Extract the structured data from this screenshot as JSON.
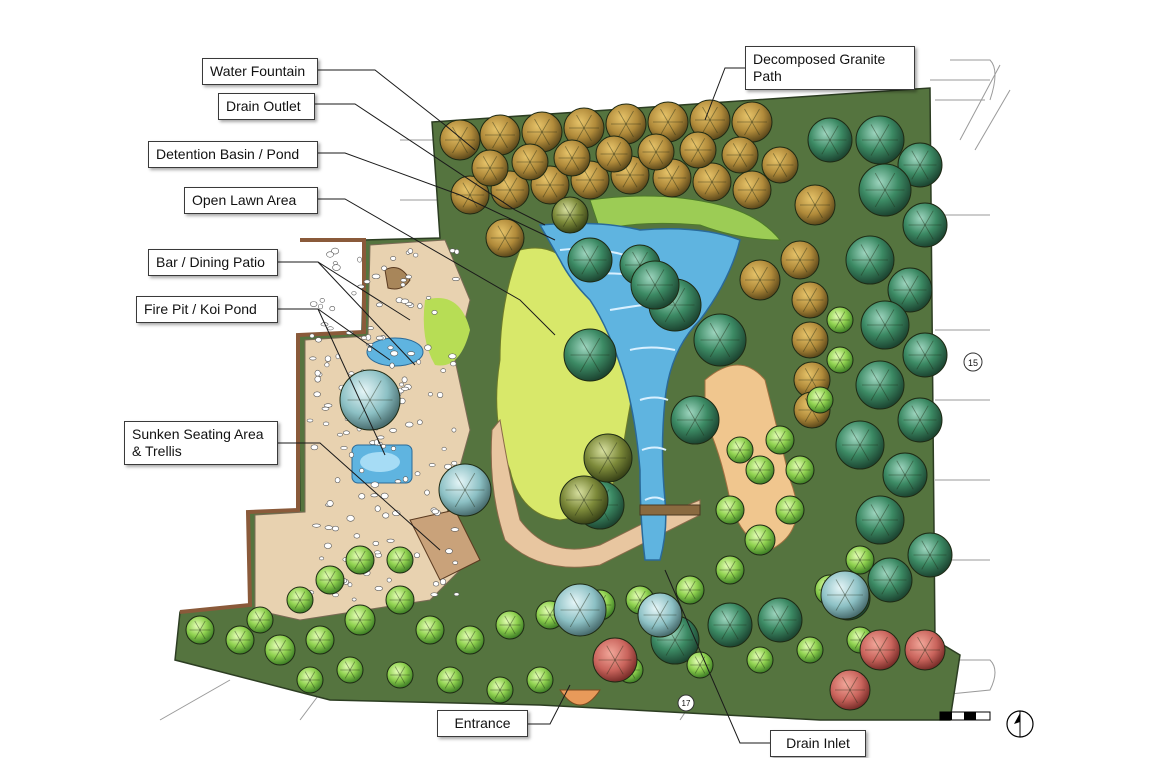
{
  "labels": {
    "water_fountain": "Water Fountain",
    "drain_outlet": "Drain Outlet",
    "detention_basin": "Detention Basin / Pond",
    "open_lawn": "Open Lawn Area",
    "bar_dining": "Bar / Dining Patio",
    "fire_pit": "Fire Pit / Koi Pond",
    "sunken_seating": "Sunken Seating Area\n& Trellis",
    "decomposed_granite": "Decomposed Granite\nPath",
    "entrance": "Entrance",
    "drain_inlet": "Drain Inlet"
  },
  "plan_markers": [
    "15",
    "17"
  ],
  "colors": {
    "canopy_olive": "#b08a3a",
    "canopy_dark": "#2e6b4a",
    "canopy_light": "#8fd14f",
    "canopy_red": "#c9645c",
    "lawn": "#d8e86a",
    "water": "#5fb4e0",
    "path": "#e8d2b0",
    "ground": "#55743f"
  }
}
